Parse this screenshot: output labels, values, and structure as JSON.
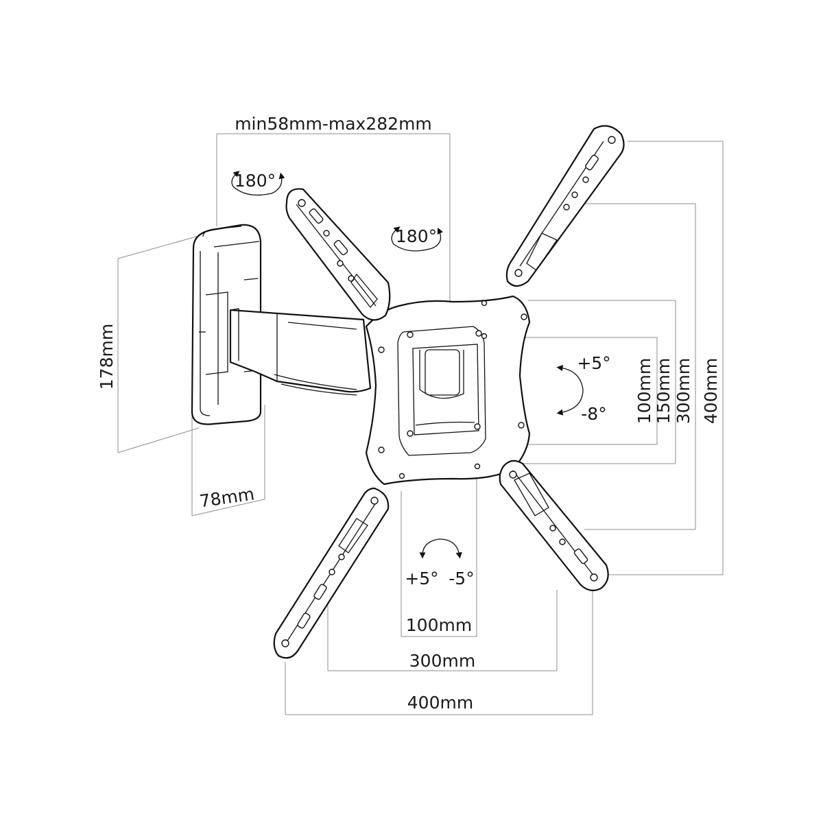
{
  "dimensions": {
    "arm_extension": "min58mm-max282mm",
    "wall_plate_height": "178mm",
    "wall_plate_depth": "78mm",
    "vesa_h_100": "100mm",
    "vesa_h_300": "300mm",
    "vesa_h_400": "400mm",
    "vesa_v_100": "100mm",
    "vesa_v_150": "150mm",
    "vesa_v_300": "300mm",
    "vesa_v_400": "400mm"
  },
  "rotation": {
    "swivel_wall": "180°",
    "swivel_plate": "180°"
  },
  "tilt": {
    "up": "+5°",
    "down": "-8°"
  },
  "level": {
    "plus": "+5°",
    "minus": "-5°"
  }
}
